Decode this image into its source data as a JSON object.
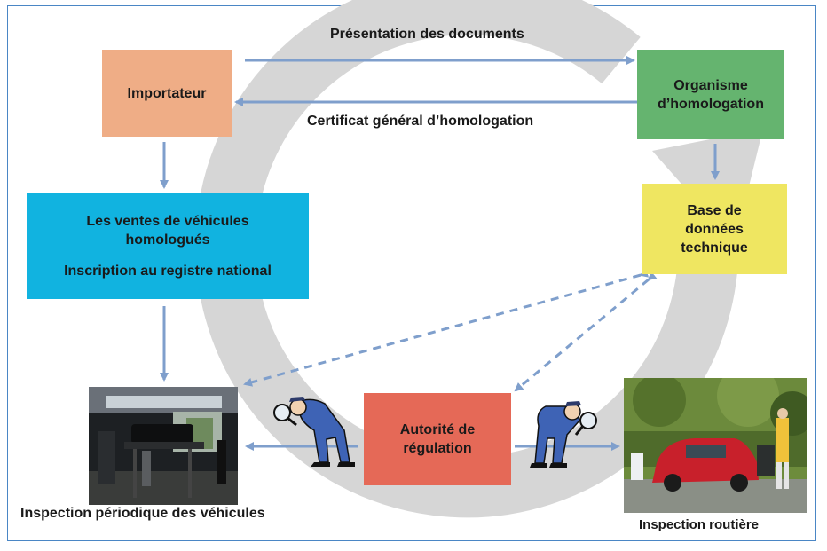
{
  "nodes": {
    "importateur": "Importateur",
    "organisme_line1": "Organisme",
    "organisme_line2": "d’homologation",
    "ventes_line1": "Les ventes de véhicules",
    "ventes_line2": "homologués",
    "ventes_line3": "Inscription au registre national",
    "base_line1": "Base de",
    "base_line2": "données",
    "base_line3": "technique",
    "autorite_line1": "Autorité de",
    "autorite_line2": "régulation"
  },
  "edges": {
    "presentation": "Présentation des documents",
    "certificat": "Certificat général d’homologation"
  },
  "captions": {
    "periodique": "Inspection périodique des véhicules",
    "routiere": "Inspection routière"
  },
  "colors": {
    "importateur": "#efad86",
    "organisme": "#65b46f",
    "ventes": "#11b3e0",
    "base": "#efe661",
    "autorite": "#e56957",
    "arrow": "#7f9fcc",
    "ring": "#d6d6d6",
    "frame": "#4a86c5"
  },
  "icons": {
    "inspector": "inspector-with-magnifier-icon",
    "photo_left": "vehicle-on-lift-photo",
    "photo_right": "roadside-car-inspection-photo"
  }
}
